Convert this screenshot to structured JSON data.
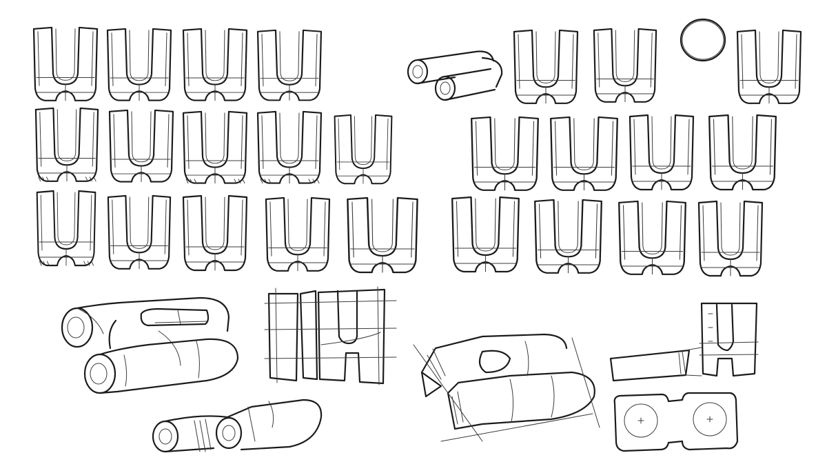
{
  "image": {
    "background_color": "#ffffff",
    "ink_color": "#1b1b1b",
    "subject": "sketch-sheet"
  },
  "sketch_groups": {
    "front_views_left_rows": 3,
    "front_views_right_rows": 3,
    "perspective_views": 6
  }
}
